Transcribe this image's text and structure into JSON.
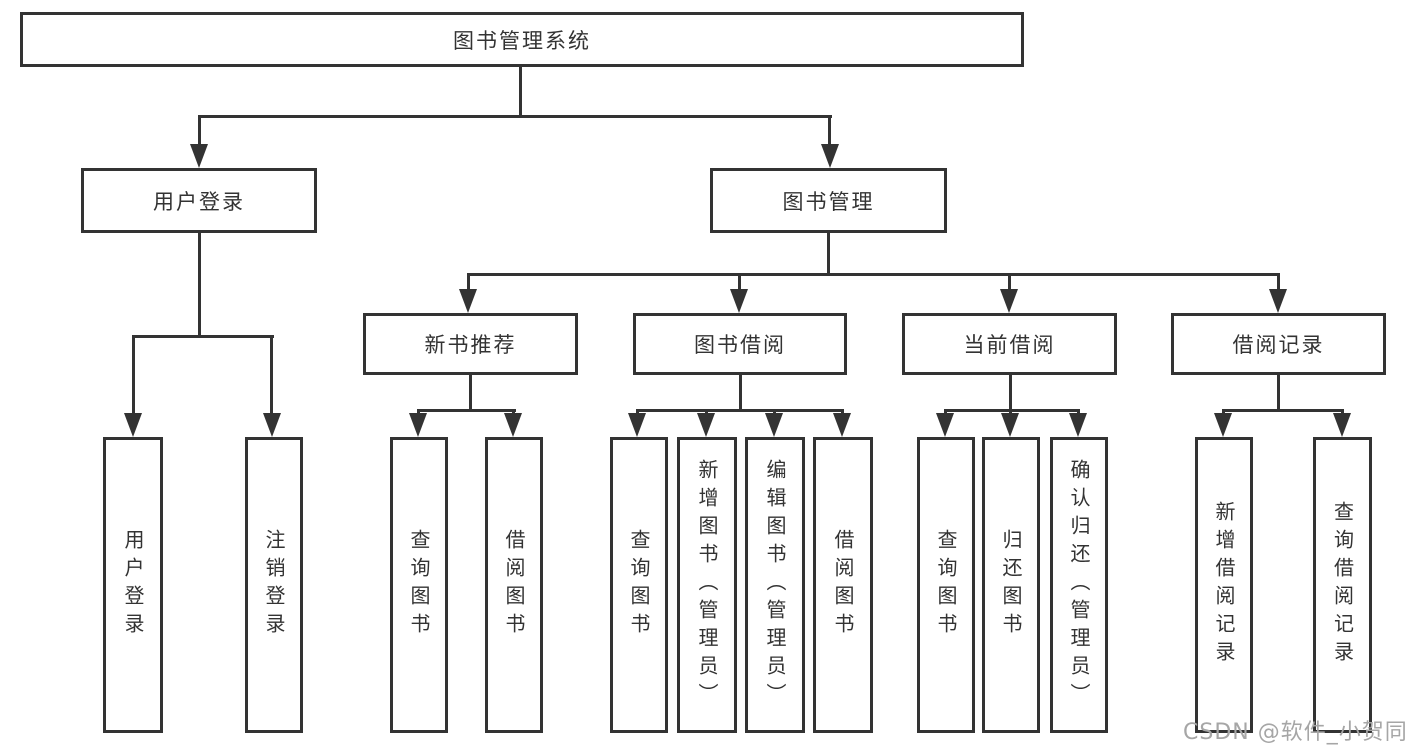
{
  "tree": {
    "root": {
      "label": "图书管理系统"
    },
    "branches": [
      {
        "label": "用户登录",
        "children": [
          {
            "label": "用户登录"
          },
          {
            "label": "注销登录"
          }
        ]
      },
      {
        "label": "图书管理",
        "children": [
          {
            "label": "新书推荐",
            "children": [
              {
                "label": "查询图书"
              },
              {
                "label": "借阅图书"
              }
            ]
          },
          {
            "label": "图书借阅",
            "children": [
              {
                "label": "查询图书"
              },
              {
                "label": "新增图书（管理员）"
              },
              {
                "label": "编辑图书（管理员）"
              },
              {
                "label": "借阅图书"
              }
            ]
          },
          {
            "label": "当前借阅",
            "children": [
              {
                "label": "查询图书"
              },
              {
                "label": "归还图书"
              },
              {
                "label": "确认归还（管理员）"
              }
            ]
          },
          {
            "label": "借阅记录",
            "children": [
              {
                "label": "新增借阅记录"
              },
              {
                "label": "查询借阅记录"
              }
            ]
          }
        ]
      }
    ]
  },
  "watermark": {
    "text": "CSDN @软件_小贺同学"
  },
  "colors": {
    "line": "#333333",
    "box_border": "#333333",
    "text": "#333333",
    "background": "#ffffff",
    "watermark_gray": "#a6a6a6"
  }
}
